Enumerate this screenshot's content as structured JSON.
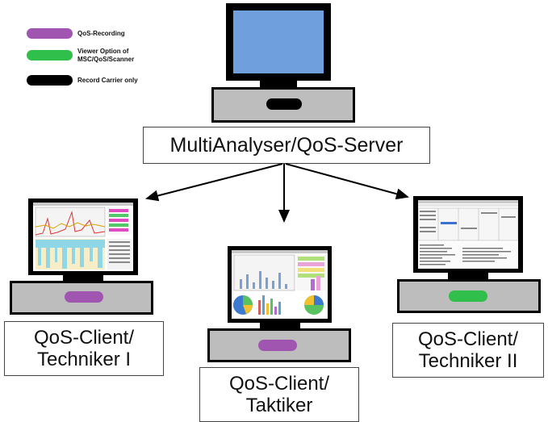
{
  "legend": [
    {
      "label": "QoS-Recording",
      "color": "#a055b0"
    },
    {
      "label": "Viewer Option of MSC/QoS/Scanner",
      "line1": "Viewer Option of",
      "line2": "MSC/QoS/Scanner",
      "color": "#2fbf4a"
    },
    {
      "label": "Record Carrier only",
      "color": "#000000"
    }
  ],
  "server": {
    "label": "MultiAnalyser/QoS-Server",
    "screen_color": "#6f9fdc",
    "slot_color": "#000000"
  },
  "clients": {
    "left": {
      "line1": "QoS-Client/",
      "line2": "Techniker I",
      "slot_color": "#a055b0"
    },
    "center": {
      "line1": "QoS-Client/",
      "line2": "Taktiker",
      "slot_color": "#a055b0"
    },
    "right": {
      "line1": "QoS-Client/",
      "line2": "Techniker II",
      "slot_color": "#2fbf4a"
    }
  },
  "colors": {
    "base_gray": "#bdbdbd",
    "outline": "#000000"
  }
}
